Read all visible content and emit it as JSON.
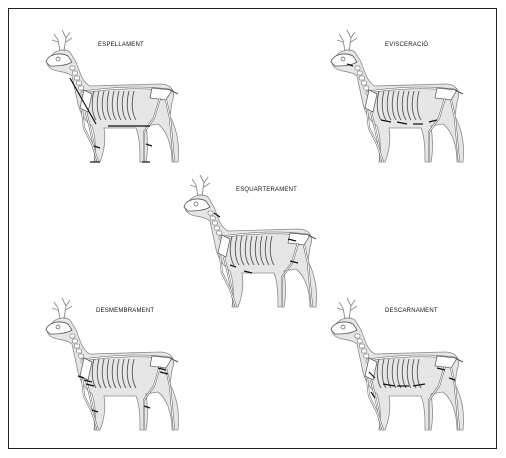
{
  "figure": {
    "panels": [
      {
        "id": "espellament",
        "label": "ESPELLAMENT"
      },
      {
        "id": "evisceracio",
        "label": "EVISCERACIÓ"
      },
      {
        "id": "esquarterament",
        "label": "ESQUARTERAMENT"
      },
      {
        "id": "desmembrament",
        "label": "DESMEMBRAMENT"
      },
      {
        "id": "descarnament",
        "label": "DESCARNAMENT"
      }
    ],
    "colors": {
      "body_fill": "#e6e6e6",
      "outline": "#8a8a8a",
      "bone": "#ffffff",
      "bone_outline": "#555555",
      "cut_marks": "#111111"
    }
  }
}
